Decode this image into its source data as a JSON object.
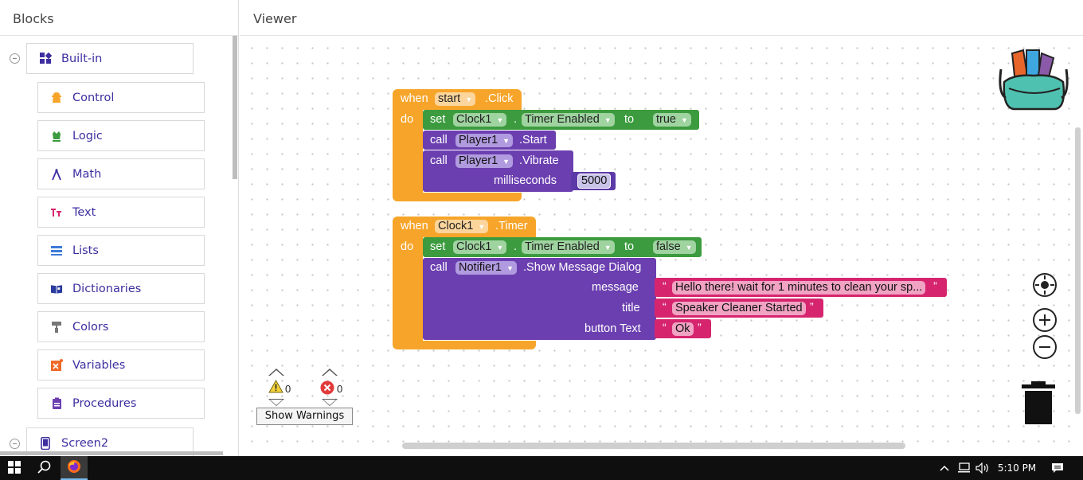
{
  "blocks_panel": {
    "title": "Blocks",
    "builtin_label": "Built-in",
    "items": [
      {
        "label": "Control",
        "icon": "control-icon",
        "color": "#f7a52a"
      },
      {
        "label": "Logic",
        "icon": "logic-icon",
        "color": "#3c9b3e"
      },
      {
        "label": "Math",
        "icon": "math-icon",
        "color": "#3d2fa0"
      },
      {
        "label": "Text",
        "icon": "text-icon",
        "color": "#d6256e"
      },
      {
        "label": "Lists",
        "icon": "lists-icon",
        "color": "#3e7bd8"
      },
      {
        "label": "Dictionaries",
        "icon": "dictionaries-icon",
        "color": "#2b3a9e"
      },
      {
        "label": "Colors",
        "icon": "colors-icon",
        "color": "#777777"
      },
      {
        "label": "Variables",
        "icon": "variables-icon",
        "color": "#ef6a2a"
      },
      {
        "label": "Procedures",
        "icon": "procedures-icon",
        "color": "#6b3fb0"
      }
    ],
    "screen_label": "Screen2"
  },
  "viewer": {
    "title": "Viewer"
  },
  "block1": {
    "when": "when",
    "component": "start",
    "event": ".Click",
    "do": "do",
    "set": "set",
    "set_component": "Clock1",
    "dot": ".",
    "property": "Timer Enabled",
    "to": "to",
    "value": "true",
    "call1": "call",
    "call1_component": "Player1",
    "call1_method": ".Start",
    "call2": "call",
    "call2_component": "Player1",
    "call2_method": ".Vibrate",
    "param_label": "milliseconds",
    "param_value": "5000"
  },
  "block2": {
    "when": "when",
    "component": "Clock1",
    "event": ".Timer",
    "do": "do",
    "set": "set",
    "set_component": "Clock1",
    "dot": ".",
    "property": "Timer Enabled",
    "to": "to",
    "value": "false",
    "call": "call",
    "call_component": "Notifier1",
    "call_method": ".Show Message Dialog",
    "message_label": "message",
    "message_value": "Hello there! wait for 1 minutes to clean your sp...",
    "title_label": "title",
    "title_value": "Speaker Cleaner Started",
    "button_label": "button Text",
    "button_value": "Ok",
    "open_quote": "“",
    "close_quote": "”"
  },
  "warnings": {
    "warning_count": "0",
    "error_count": "0",
    "show_warnings_label": "Show Warnings"
  },
  "taskbar": {
    "time": "5:10 PM"
  },
  "colors": {
    "event_orange": "#f7a52a",
    "setter_green": "#3c9b3e",
    "method_purple": "#6b3fb0",
    "math_blue": "#5c3aa8",
    "text_pink": "#d6256e"
  }
}
